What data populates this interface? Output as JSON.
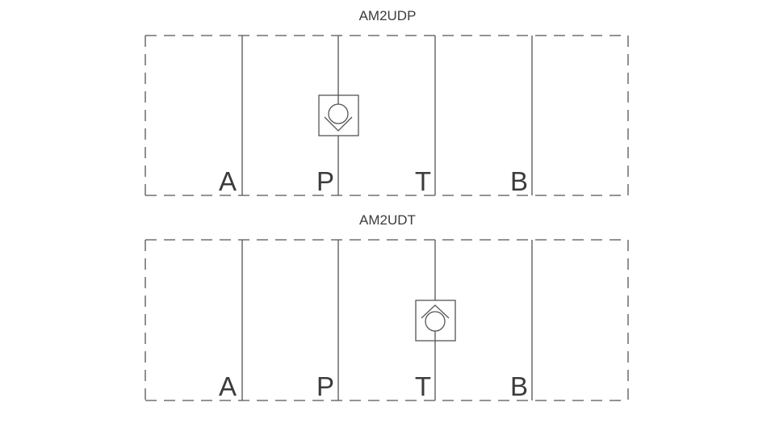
{
  "diagrams": [
    {
      "title": "AM2UDP",
      "ports": [
        "A",
        "P",
        "T",
        "B"
      ],
      "check_valve_line": "P",
      "check_valve_orientation": "down"
    },
    {
      "title": "AM2UDT",
      "ports": [
        "A",
        "P",
        "T",
        "B"
      ],
      "check_valve_line": "T",
      "check_valve_orientation": "up"
    }
  ],
  "colors": {
    "line": "#555555",
    "text": "#3c3c3c",
    "background": "#ffffff"
  }
}
